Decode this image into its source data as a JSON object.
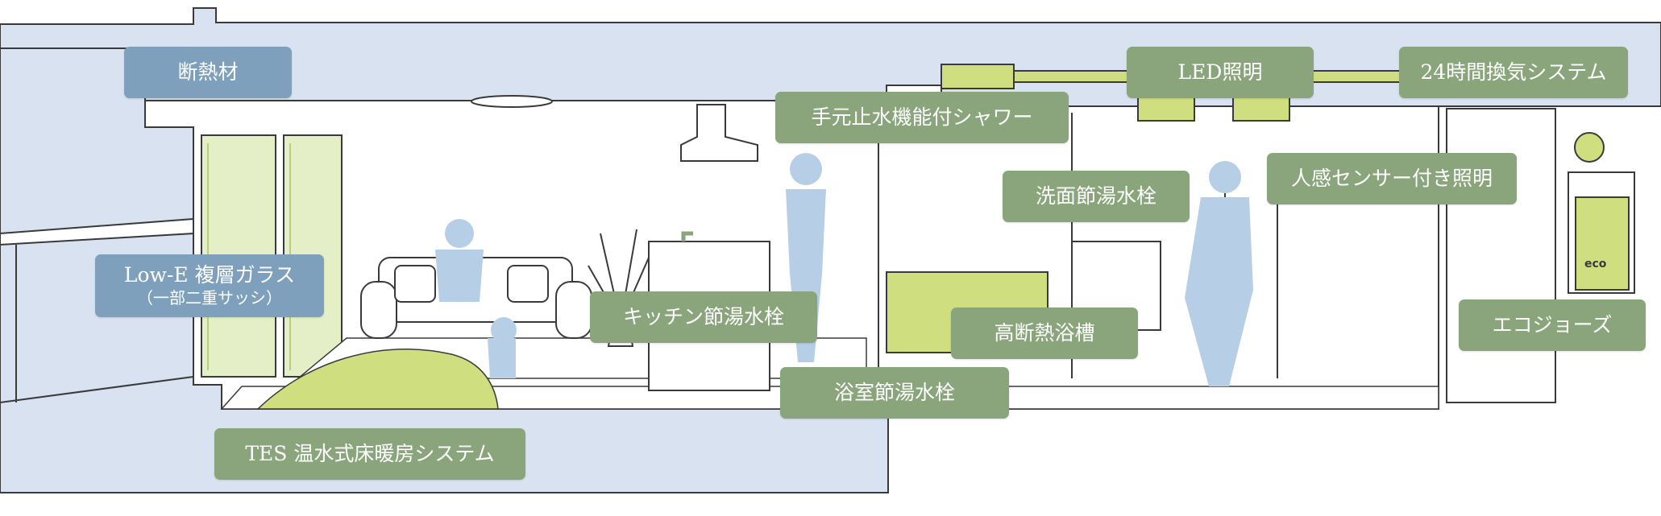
{
  "labels": {
    "insulation": "断熱材",
    "low_e_glass": "Low-E 複層ガラス",
    "low_e_glass_note": "（一部二重サッシ）",
    "tes_floor_heating": "TES 温水式床暖房システム",
    "kitchen_faucet": "キッチン節湯水栓",
    "bath_faucet": "浴室節湯水栓",
    "hand_stop_shower": "手元止水機能付シャワー",
    "washbasin_faucet": "洗面節湯水栓",
    "insulated_bathtub": "高断熱浴槽",
    "led_lighting": "LED照明",
    "ventilation_24h": "24時間換気システム",
    "motion_sensor_light": "人感センサー付き照明",
    "eco_jozu": "エコジョーズ"
  },
  "water_heater_badge": "eco",
  "colors": {
    "wall": "#d9e2f0",
    "line": "#3a3a3a",
    "accent_green": "#cfdf7f",
    "person": "#b7cfe6",
    "label_blue": "#7fa0bc",
    "label_green": "#8aa57b"
  }
}
